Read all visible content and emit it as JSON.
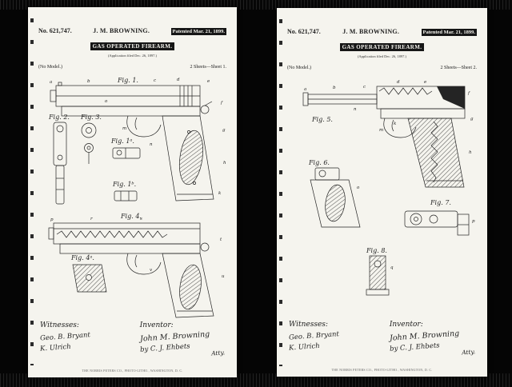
{
  "window": {
    "background": "#050505",
    "paper_color": "#f5f4ee",
    "ink_color": "#242424"
  },
  "pages": [
    {
      "patent_no": "No. 621,747.",
      "name": "J. M. BROWNING.",
      "patented": "Patented Mar. 21, 1899.",
      "title": "GAS OPERATED FIREARM.",
      "application": "(Application filed Dec. 26, 1897.)",
      "model_note": "(No Model.)",
      "sheet": "2 Sheets—Sheet 1.",
      "figures": {
        "fig1": "Fig. 1.",
        "fig2": "Fig. 2.",
        "fig3": "Fig. 3.",
        "fig1a": "Fig. 1ᵃ.",
        "fig1b": "Fig. 1ᵇ.",
        "fig4": "Fig. 4.",
        "fig4a": "Fig. 4ᵃ."
      },
      "ref_letters": [
        "a",
        "b",
        "c",
        "d",
        "e",
        "f",
        "g",
        "h",
        "k",
        "m",
        "n",
        "o",
        "p",
        "r",
        "s",
        "t",
        "u",
        "v"
      ],
      "witnesses_label": "Witnesses:",
      "witness_1": "Geo. B. Bryant",
      "witness_2": "K. Ulrich",
      "inventor_label": "Inventor:",
      "inventor_signature": "John M. Browning",
      "by_line": "by C. J. Ehbets",
      "atty_label": "Atty.",
      "footer": "THE NORRIS PETERS CO., PHOTO-LITHO., WASHINGTON, D. C."
    },
    {
      "patent_no": "No. 621,747.",
      "name": "J. M. BROWNING.",
      "patented": "Patented Mar. 21, 1899.",
      "title": "GAS OPERATED FIREARM.",
      "application": "(Application filed Dec. 26, 1897.)",
      "model_note": "(No Model.)",
      "sheet": "2 Sheets—Sheet 2.",
      "figures": {
        "fig5": "Fig. 5.",
        "fig6": "Fig. 6.",
        "fig7": "Fig. 7.",
        "fig8": "Fig. 8."
      },
      "ref_letters": [
        "a",
        "b",
        "c",
        "d",
        "e",
        "f",
        "g",
        "h",
        "k",
        "m",
        "n",
        "o",
        "p",
        "q"
      ],
      "witnesses_label": "Witnesses:",
      "witness_1": "Geo. B. Bryant",
      "witness_2": "K. Ulrich",
      "inventor_label": "Inventor:",
      "inventor_signature": "John M. Browning",
      "by_line": "by C. J. Ehbets",
      "atty_label": "Atty.",
      "footer": "THE NORRIS PETERS CO., PHOTO-LITHO., WASHINGTON, D. C."
    }
  ]
}
